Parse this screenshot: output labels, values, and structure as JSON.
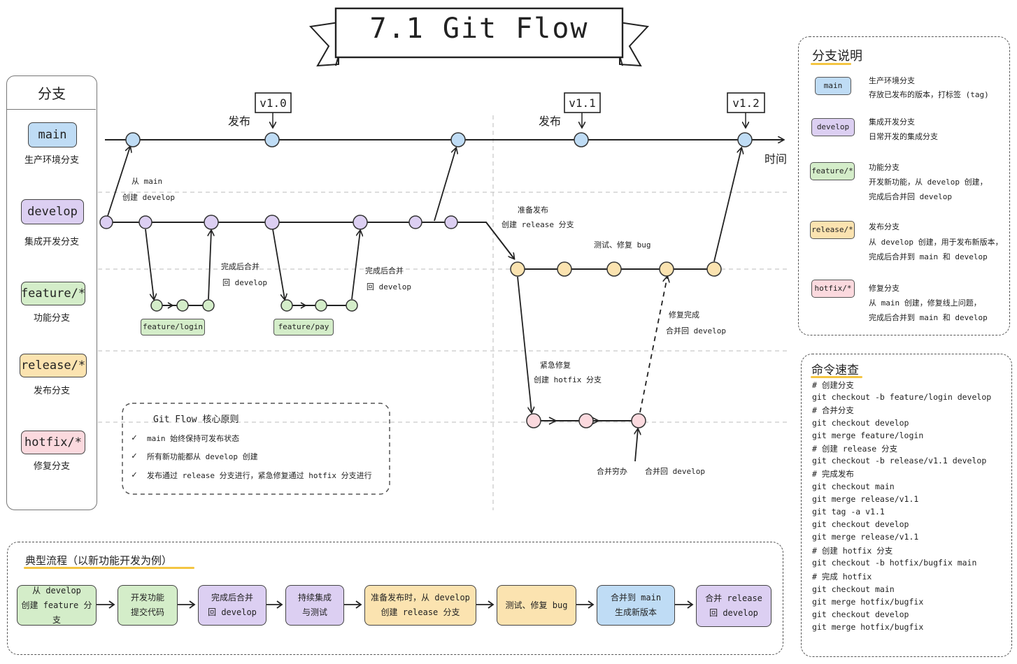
{
  "title": "7.1 Git Flow",
  "colors": {
    "main": "#bfdcf5",
    "develop": "#dccff2",
    "feature": "#d4edc9",
    "release": "#fbe3b0",
    "hotfix": "#fbd9de",
    "blue_fill": "#bfdcf5",
    "purple_fill": "#dccff2",
    "green_fill": "#d4edc9",
    "yellow_fill": "#fbe3b0",
    "pink_fill": "#fbd9de",
    "highlight": "#f4c542"
  },
  "sidebar": {
    "title": "分支",
    "items": [
      {
        "label": "main",
        "desc": "生产环境分支"
      },
      {
        "label": "develop",
        "desc": "集成开发分支"
      },
      {
        "label": "feature/*",
        "desc": "功能分支"
      },
      {
        "label": "release/*",
        "desc": "发布分支"
      },
      {
        "label": "hotfix/*",
        "desc": "修复分支"
      }
    ]
  },
  "diagram": {
    "tags": [
      "v1.0",
      "v1.1",
      "v1.2"
    ],
    "publish": "发布",
    "time": "时间",
    "from_main_1": "从 main",
    "from_main_2": "创建 develop",
    "merge_back_1": "完成后合并",
    "merge_back_2": "回 develop",
    "feature_login": "feature/login",
    "feature_pay": "feature/pay",
    "prepare_1": "准备发布",
    "prepare_2": "创建 release 分支",
    "test_fix": "测试、修复 bug",
    "hotfix_done_1": "修复完成",
    "hotfix_done_2": "合并回 develop",
    "urgent_1": "紧急修复",
    "urgent_2": "创建 hotfix 分支",
    "merge_note_a": "合并穷办",
    "merge_note_b": "合并回 develop"
  },
  "principles": {
    "title": "Git Flow  核心原则",
    "check": "✓",
    "items": [
      "main 始终保持可发布状态",
      "所有新功能都从 develop 创建",
      "发布通过 release 分支进行，紧急修复通过 hotfix 分支进行"
    ]
  },
  "legend": {
    "title": "分支说明",
    "items": [
      {
        "badge": "main",
        "lines": [
          "生产环境分支",
          "存放已发布的版本，打标签 (tag)"
        ]
      },
      {
        "badge": "develop",
        "lines": [
          "集成开发分支",
          "日常开发的集成分支"
        ]
      },
      {
        "badge": "feature/*",
        "lines": [
          "功能分支",
          "开发新功能，从 develop 创建，",
          "完成后合并回 develop"
        ]
      },
      {
        "badge": "release/*",
        "lines": [
          "发布分支",
          "从 develop 创建，用于发布新版本，",
          "完成后合并到 main 和 develop"
        ]
      },
      {
        "badge": "hotfix/*",
        "lines": [
          "修复分支",
          "从 main 创建，修复线上问题，",
          "完成后合并到 main 和 develop"
        ]
      }
    ]
  },
  "commands": {
    "title": "命令速查",
    "lines": [
      "# 创建分支",
      "git checkout -b feature/login develop",
      "# 合并分支",
      "git checkout develop",
      "git merge feature/login",
      "# 创建 release 分支",
      "git checkout -b release/v1.1 develop",
      "# 完成发布",
      "git checkout main",
      "git merge release/v1.1",
      "git tag -a v1.1",
      "git checkout develop",
      "git merge release/v1.1",
      "# 创建 hotfix 分支",
      "git checkout -b hotfix/bugfix main",
      "# 完成 hotfix",
      "git checkout main",
      "git merge hotfix/bugfix",
      "git checkout develop",
      "git merge hotfix/bugfix"
    ]
  },
  "flow": {
    "title": "典型流程（以新功能开发为例）",
    "steps": [
      {
        "l1": "从 develop",
        "l2": "创建 feature 分支"
      },
      {
        "l1": "开发功能",
        "l2": "提交代码"
      },
      {
        "l1": "完成后合并",
        "l2": "回 develop"
      },
      {
        "l1": "持续集成",
        "l2": "与测试"
      },
      {
        "l1": "准备发布时，从 develop",
        "l2": "创建 release 分支"
      },
      {
        "l1": "测试、修复 bug",
        "l2": ""
      },
      {
        "l1": "合并到 main",
        "l2": "生成新版本"
      },
      {
        "l1": "合并 release",
        "l2": "回 develop"
      }
    ]
  }
}
